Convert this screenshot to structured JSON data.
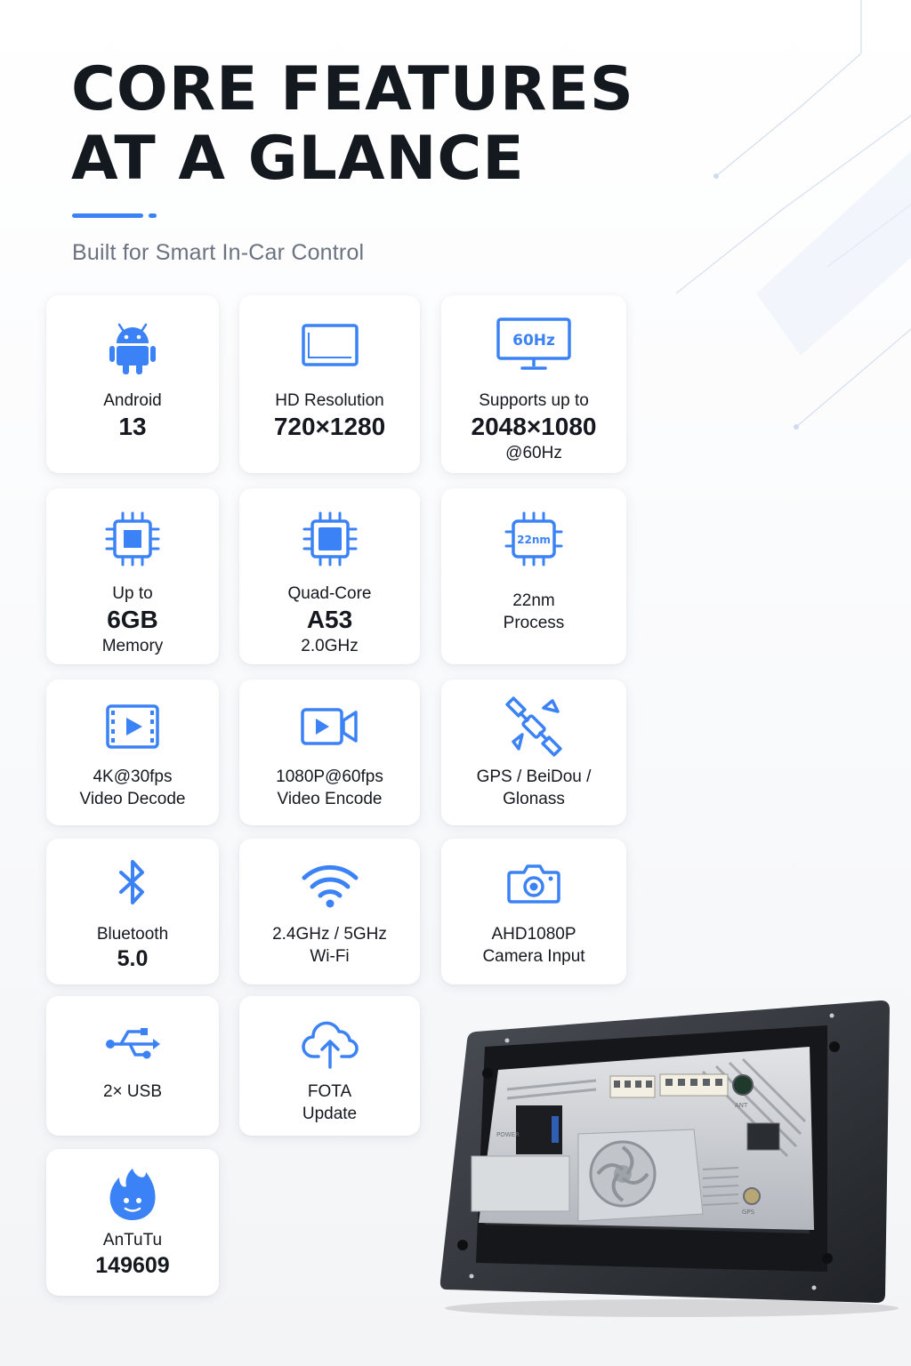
{
  "header": {
    "title_line1": "CORE FEATURES",
    "title_line2": "AT A GLANCE",
    "subtitle": "Built for Smart In-Car Control"
  },
  "colors": {
    "accent": "#3b82f6",
    "title": "#141920",
    "subtitle": "#6b7280",
    "card_bg": "#ffffff"
  },
  "features": [
    {
      "icon": "android-robot-icon",
      "lines": [
        "Android",
        "13"
      ]
    },
    {
      "icon": "monitor-icon",
      "lines": [
        "HD Resolution",
        "720×1280"
      ]
    },
    {
      "icon": "monitor-60hz-icon",
      "icon_text": "60Hz",
      "lines": [
        "Supports up to",
        "2048×1080",
        "@60Hz"
      ]
    },
    {
      "icon": "memory-chip-icon",
      "lines": [
        "Up to",
        "6GB",
        "Memory"
      ]
    },
    {
      "icon": "cpu-chip-icon",
      "lines": [
        "Quad-Core",
        "A53",
        "2.0GHz"
      ]
    },
    {
      "icon": "process-chip-icon",
      "icon_text": "22nm",
      "lines": [
        "22nm",
        "Process"
      ]
    },
    {
      "icon": "video-film-icon",
      "lines": [
        "4K@30fps",
        "Video Decode"
      ]
    },
    {
      "icon": "video-camera-icon",
      "lines": [
        "1080P@60fps",
        "Video Encode"
      ]
    },
    {
      "icon": "satellite-icon",
      "lines": [
        "GPS / BeiDou /",
        "Glonass"
      ]
    },
    {
      "icon": "bluetooth-icon",
      "lines": [
        "Bluetooth",
        "5.0"
      ]
    },
    {
      "icon": "wifi-icon",
      "lines": [
        "2.4GHz / 5GHz",
        "Wi-Fi"
      ]
    },
    {
      "icon": "camera-icon",
      "lines": [
        "AHD1080P",
        "Camera Input"
      ]
    },
    {
      "icon": "usb-icon",
      "lines": [
        "2× USB"
      ]
    },
    {
      "icon": "cloud-upload-icon",
      "lines": [
        "FOTA",
        "Update"
      ]
    },
    {
      "icon": "flame-benchmark-icon",
      "lines": [
        "AnTuTu",
        "149609"
      ]
    }
  ],
  "device_labels": {
    "power": "POWER",
    "ant": "ANT",
    "gps": "GPS"
  }
}
